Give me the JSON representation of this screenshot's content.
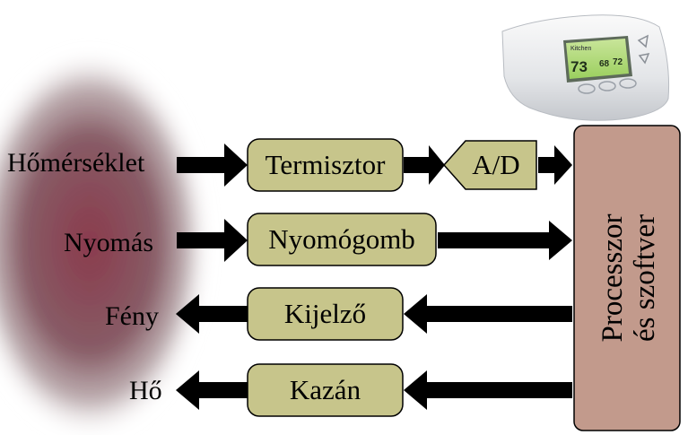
{
  "inputs": {
    "temperature": "Hőmérséklet",
    "pressure": "Nyomás"
  },
  "outputs": {
    "light": "Fény",
    "heat": "Hő"
  },
  "blocks": {
    "thermistor": "Termisztor",
    "adc": "A/D",
    "button": "Nyomógomb",
    "display": "Kijelző",
    "furnace": "Kazán",
    "processor_line1": "Processzor",
    "processor_line2": "és szoftver"
  },
  "thermostat_display": {
    "title": "Kitchen",
    "main_temp": "73",
    "setpoint": "68",
    "outdoor": "72"
  },
  "colors": {
    "block_fill": "#c7c58b",
    "processor_fill": "#c29a8c",
    "arrow": "#000000",
    "environment_blob": "#8d3b4e"
  }
}
